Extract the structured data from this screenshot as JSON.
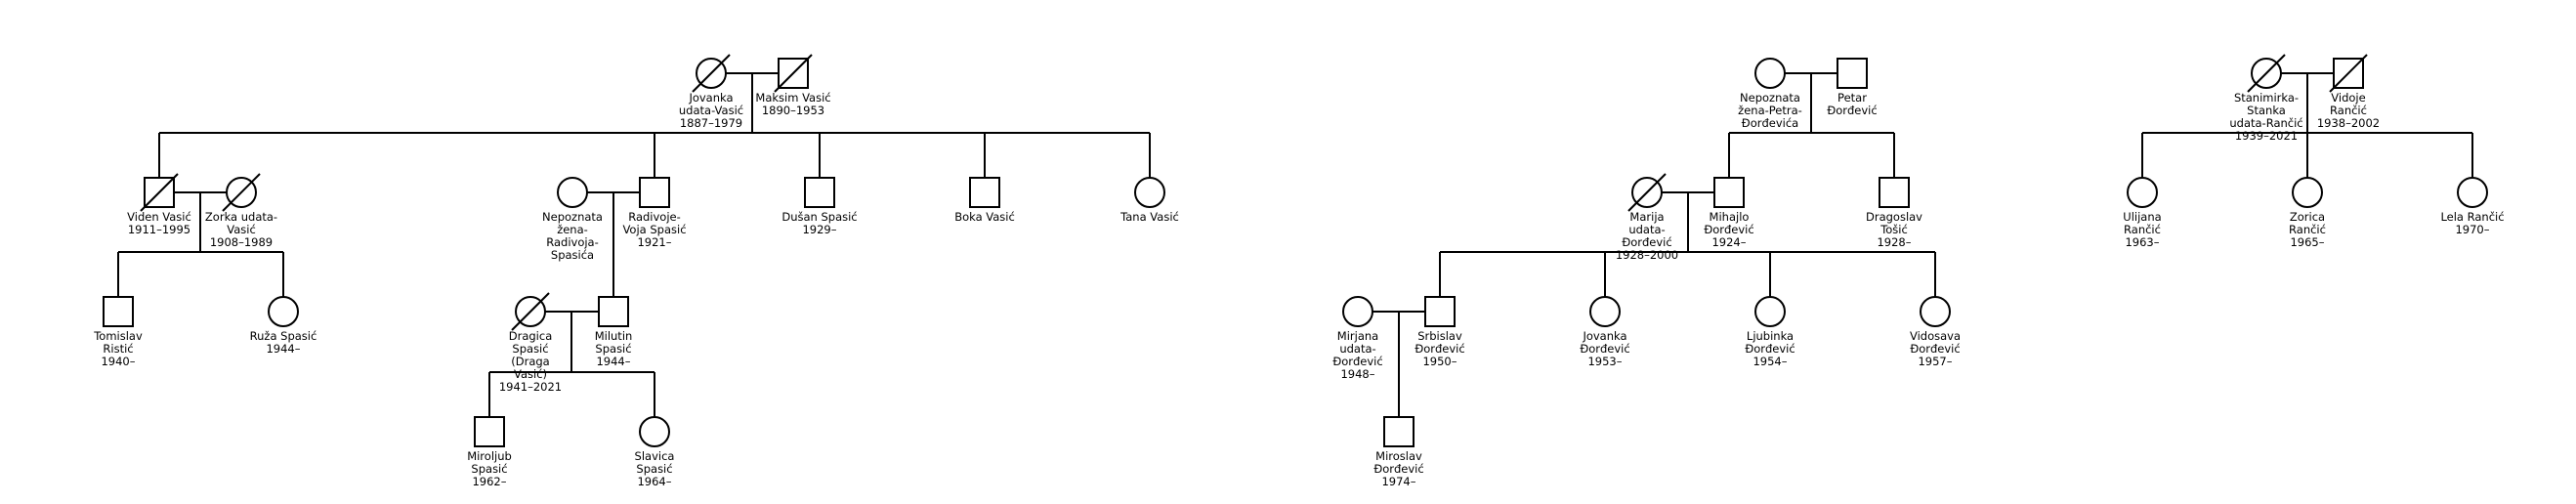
{
  "people": [
    {
      "id": "jovanka",
      "sex": "F",
      "deceased": true,
      "label": [
        "Jovanka",
        "udata-Vasić",
        "1887–1979"
      ]
    },
    {
      "id": "maksim",
      "sex": "M",
      "deceased": true,
      "label": [
        "Maksim Vasić",
        "1890–1953"
      ]
    },
    {
      "id": "viden",
      "sex": "M",
      "deceased": true,
      "label": [
        "Viden Vasić",
        "1911–1995"
      ]
    },
    {
      "id": "zorka",
      "sex": "F",
      "deceased": true,
      "label": [
        "Zorka udata-",
        "Vasić",
        "1908–1989"
      ]
    },
    {
      "id": "nepoznata1",
      "sex": "F",
      "deceased": false,
      "label": [
        "Nepoznata",
        "žena-",
        "Radivoja-",
        "Spasića"
      ]
    },
    {
      "id": "radivoje",
      "sex": "M",
      "deceased": false,
      "label": [
        "Radivoje-",
        "Voja Spasić",
        "1921–"
      ]
    },
    {
      "id": "dusan",
      "sex": "M",
      "deceased": false,
      "label": [
        "Dušan Spasić",
        "1929–"
      ]
    },
    {
      "id": "boka",
      "sex": "M",
      "deceased": false,
      "label": [
        "Boka Vasić"
      ]
    },
    {
      "id": "tana",
      "sex": "F",
      "deceased": false,
      "label": [
        "Tana Vasić"
      ]
    },
    {
      "id": "tomislav",
      "sex": "M",
      "deceased": false,
      "label": [
        "Tomislav",
        "Ristić",
        "1940–"
      ]
    },
    {
      "id": "ruza",
      "sex": "F",
      "deceased": false,
      "label": [
        "Ruža Spasić",
        "1944–"
      ]
    },
    {
      "id": "dragica",
      "sex": "F",
      "deceased": true,
      "label": [
        "Dragica",
        "Spasić",
        "(Draga",
        "Vasić)",
        "1941–2021"
      ]
    },
    {
      "id": "milutin",
      "sex": "M",
      "deceased": false,
      "label": [
        "Milutin",
        "Spasić",
        "1944–"
      ]
    },
    {
      "id": "miroljub",
      "sex": "M",
      "deceased": false,
      "label": [
        "Miroljub",
        "Spasić",
        "1962–"
      ]
    },
    {
      "id": "slavica",
      "sex": "F",
      "deceased": false,
      "label": [
        "Slavica",
        "Spasić",
        "1964–"
      ]
    },
    {
      "id": "nepoznata2",
      "sex": "F",
      "deceased": false,
      "label": [
        "Nepoznata",
        "žena-Petra-",
        "Đorđevića"
      ]
    },
    {
      "id": "petar",
      "sex": "M",
      "deceased": false,
      "label": [
        "Petar",
        "Đorđević"
      ]
    },
    {
      "id": "marija",
      "sex": "F",
      "deceased": true,
      "label": [
        "Marija",
        "udata-",
        "Đorđević",
        "1928–2000"
      ]
    },
    {
      "id": "mihajlo",
      "sex": "M",
      "deceased": false,
      "label": [
        "Mihajlo",
        "Đorđević",
        "1924–"
      ]
    },
    {
      "id": "dragoslav",
      "sex": "M",
      "deceased": false,
      "label": [
        "Dragoslav",
        "Tošić",
        "1928–"
      ]
    },
    {
      "id": "mirjana",
      "sex": "F",
      "deceased": false,
      "label": [
        "Mirjana",
        "udata-",
        "Đorđević",
        "1948–"
      ]
    },
    {
      "id": "srbislav",
      "sex": "M",
      "deceased": false,
      "label": [
        "Srbislav",
        "Đorđević",
        "1950–"
      ]
    },
    {
      "id": "jovanka2",
      "sex": "F",
      "deceased": false,
      "label": [
        "Jovanka",
        "Đorđević",
        "1953–"
      ]
    },
    {
      "id": "ljubinka",
      "sex": "F",
      "deceased": false,
      "label": [
        "Ljubinka",
        "Đorđević",
        "1954–"
      ]
    },
    {
      "id": "vidosava",
      "sex": "F",
      "deceased": false,
      "label": [
        "Vidosava",
        "Đorđević",
        "1957–"
      ]
    },
    {
      "id": "miroslav",
      "sex": "M",
      "deceased": false,
      "label": [
        "Miroslav",
        "Đorđević",
        "1974–"
      ]
    },
    {
      "id": "stanimirka",
      "sex": "F",
      "deceased": true,
      "label": [
        "Stanimirka-",
        "Stanka",
        "udata-Rančić",
        "1939–2021"
      ]
    },
    {
      "id": "vidoje",
      "sex": "M",
      "deceased": true,
      "label": [
        "Vidoje",
        "Rančić",
        "1938–2002"
      ]
    },
    {
      "id": "ulijana",
      "sex": "F",
      "deceased": false,
      "label": [
        "Ulijana",
        "Rančić",
        "1963–"
      ]
    },
    {
      "id": "zorica",
      "sex": "F",
      "deceased": false,
      "label": [
        "Zorica",
        "Rančić",
        "1965–"
      ]
    },
    {
      "id": "lela",
      "sex": "F",
      "deceased": false,
      "label": [
        "Lela Rančić",
        "1970–"
      ]
    }
  ],
  "unions": [
    {
      "id": "u-jovanka-maksim",
      "partners": [
        "jovanka",
        "maksim"
      ],
      "children": [
        "viden",
        "radivoje",
        "dusan",
        "boka",
        "tana"
      ]
    },
    {
      "id": "u-viden-zorka",
      "partners": [
        "viden",
        "zorka"
      ],
      "children": [
        "tomislav",
        "ruza"
      ]
    },
    {
      "id": "u-nepoznata1-radivoje",
      "partners": [
        "nepoznata1",
        "radivoje"
      ],
      "children": [
        "milutin"
      ]
    },
    {
      "id": "u-dragica-milutin",
      "partners": [
        "dragica",
        "milutin"
      ],
      "children": [
        "miroljub",
        "slavica"
      ]
    },
    {
      "id": "u-nepoznata2-petar",
      "partners": [
        "nepoznata2",
        "petar"
      ],
      "children": [
        "mihajlo",
        "dragoslav"
      ]
    },
    {
      "id": "u-marija-mihajlo",
      "partners": [
        "marija",
        "mihajlo"
      ],
      "children": [
        "srbislav",
        "jovanka2",
        "ljubinka",
        "vidosava"
      ]
    },
    {
      "id": "u-mirjana-srbislav",
      "partners": [
        "mirjana",
        "srbislav"
      ],
      "children": [
        "miroslav"
      ]
    },
    {
      "id": "u-stanimirka-vidoje",
      "partners": [
        "stanimirka",
        "vidoje"
      ],
      "children": [
        "ulijana",
        "zorica",
        "lela"
      ]
    }
  ]
}
